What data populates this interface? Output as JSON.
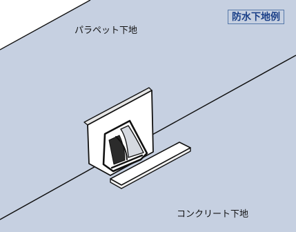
{
  "diagram": {
    "tag": "防水下地例",
    "parapet_label": "パラペット下地",
    "concrete_label": "コンクリート下地",
    "colors": {
      "surface": "#c6d0e1",
      "line": "#111111",
      "tag_text": "#1a3f88",
      "tag_border": "#5577a8",
      "background": "#ffffff"
    }
  }
}
